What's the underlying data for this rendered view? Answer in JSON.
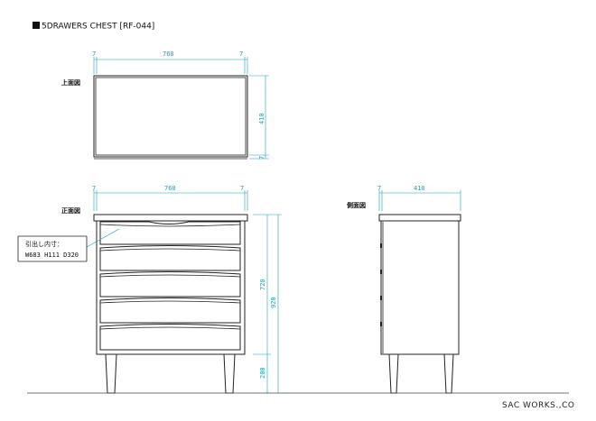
{
  "title": "5DRAWERS CHEST [RF-044]",
  "brand": "SAC WORKS.,CO",
  "views": {
    "top": {
      "label": "上面図",
      "width_dims": [
        "7",
        "760",
        "7"
      ],
      "depth_dim": "410",
      "depth_small": "7"
    },
    "front": {
      "label": "正面図",
      "width_dims": [
        "7",
        "760",
        "7"
      ],
      "body_height": "720",
      "leg_height": "200",
      "total_height": "920",
      "note_line1": "引出し内寸：",
      "note_line2": "W683 H111 D320"
    },
    "side": {
      "label": "側面図",
      "depth_dims": [
        "7",
        "410"
      ]
    }
  },
  "colors": {
    "line": "#222222",
    "dimension": "#1aa0b8"
  }
}
